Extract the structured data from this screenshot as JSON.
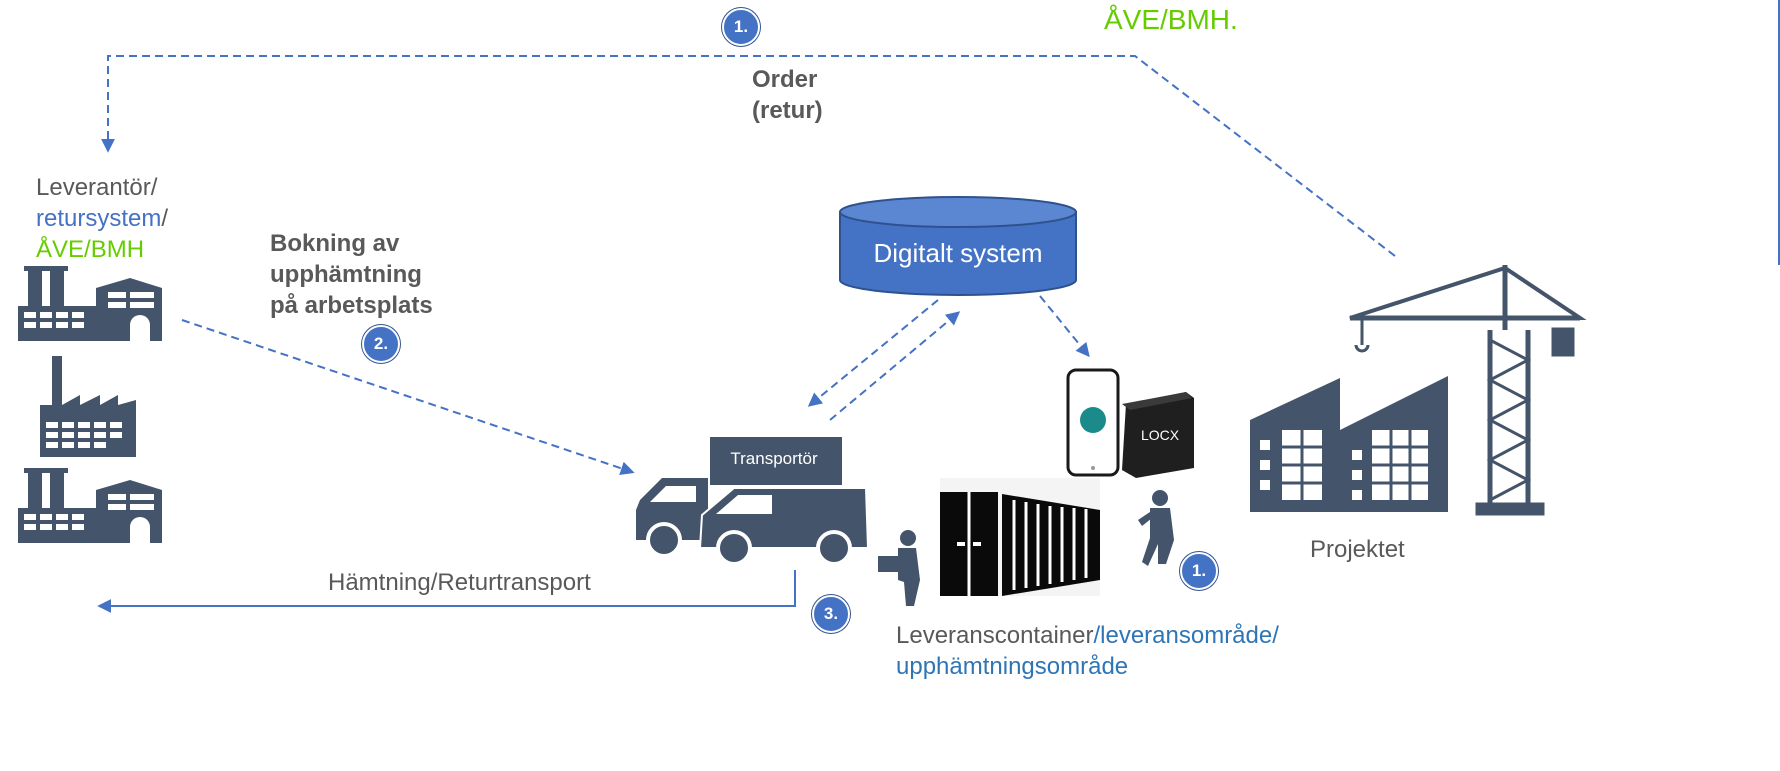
{
  "top_right_text": "ÅVE/BMH.",
  "order_label": [
    "Order",
    "(retur)"
  ],
  "leverantor": {
    "line1": "Leverantör/",
    "line2_blue": "retursystem",
    "line2_tail": "/",
    "line3_green": "ÅVE/BMH"
  },
  "booking_label": [
    "Bokning av",
    "upphämtning",
    "på arbetsplats"
  ],
  "digital_system": "Digitalt system",
  "transportor": "Transportör",
  "hamtning": "Hämtning/Returtransport",
  "projektet": "Projektet",
  "container_label": {
    "gray": "Leveranscontainer",
    "blue1": "/leveransområde/",
    "blue2": "upphämtningsområde"
  },
  "badges": {
    "b1_top": "1.",
    "b2": "2.",
    "b1_bottom": "1.",
    "b3": "3."
  },
  "device_brand": "LOCX",
  "colors": {
    "blue": "#4472c4",
    "green": "#66cc00",
    "gray_text": "#595959",
    "icon": "#44546a",
    "dark": "#0d0d0d"
  }
}
